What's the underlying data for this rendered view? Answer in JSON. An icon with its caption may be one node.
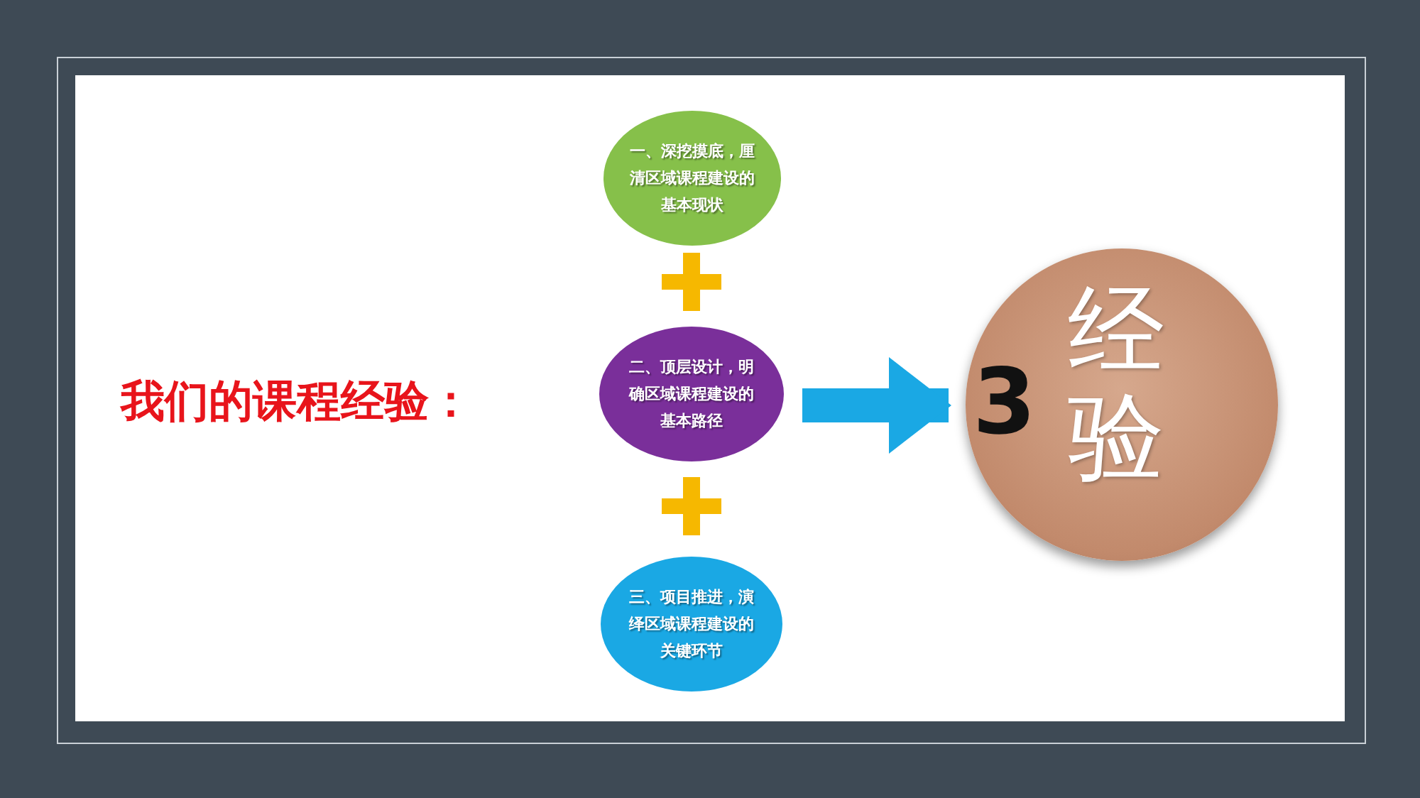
{
  "diagram": {
    "title": "我们的课程经验：",
    "nodes": [
      {
        "text": [
          "一、深挖摸底，厘清区域课程建设的基本现状"
        ]
      },
      {
        "text": [
          "二、顶层设计，明确区域课程建设的基本路径"
        ]
      },
      {
        "text": [
          "三、项目推进，演绎区域课程建设的关键环节"
        ]
      },
      {
        "text": [
          "3",
          "经验"
        ]
      }
    ],
    "edges": [
      {
        "from": 1,
        "to": 3,
        "arrow": "to"
      }
    ]
  }
}
